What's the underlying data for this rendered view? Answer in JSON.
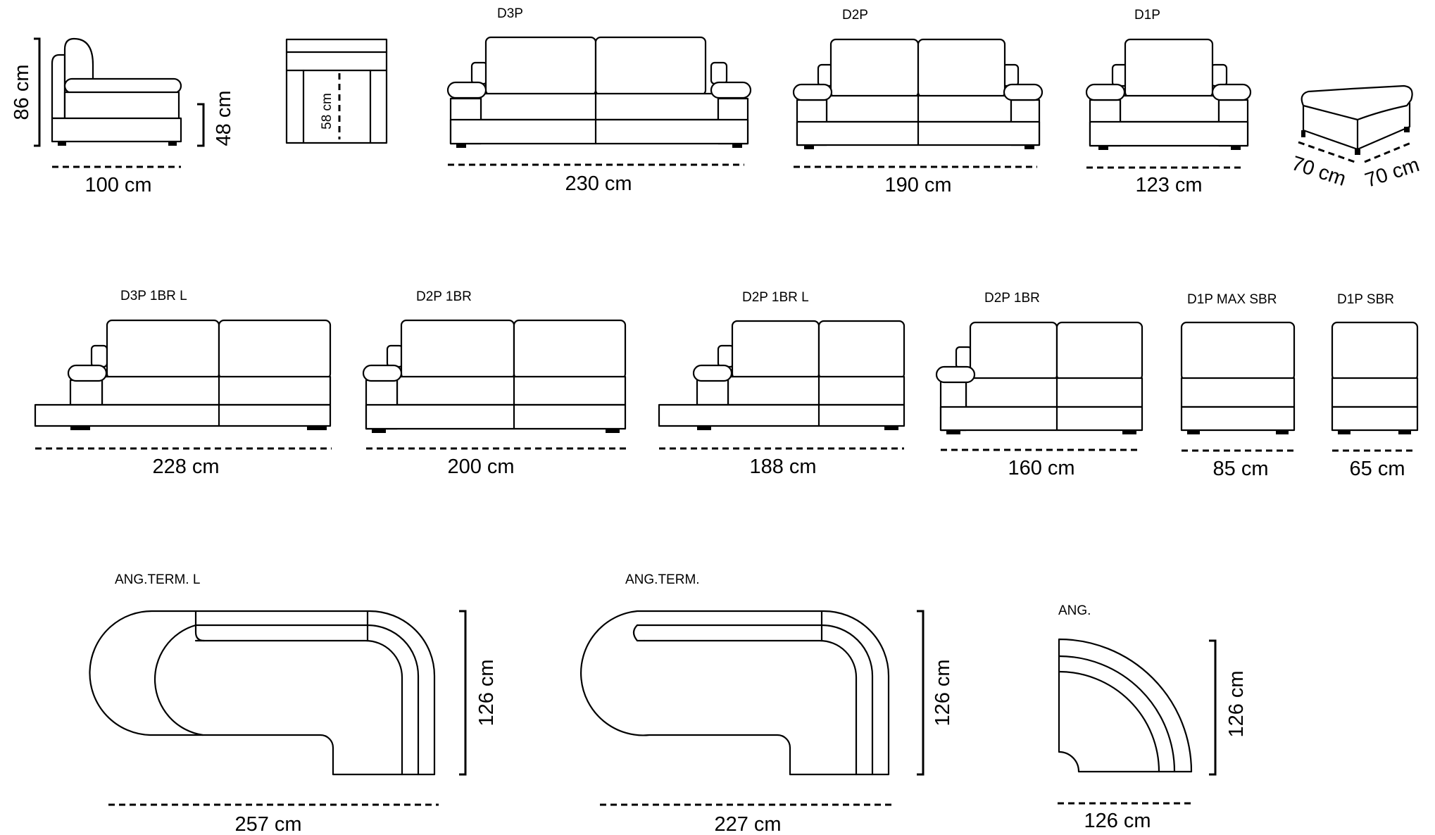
{
  "row1": {
    "side_view": {
      "height": "86 cm",
      "seat_height": "48 cm",
      "depth": "100 cm"
    },
    "front_view": {
      "seat_depth": "58 cm"
    },
    "d3p": {
      "code": "D3P",
      "width": "230 cm"
    },
    "d2p": {
      "code": "D2P",
      "width": "190 cm"
    },
    "d1p": {
      "code": "D1P",
      "width": "123 cm"
    },
    "pouf": {
      "width": "70 cm",
      "depth": "70 cm"
    }
  },
  "row2": {
    "d3p_1br_l": {
      "code": "D3P 1BR L",
      "width": "228 cm"
    },
    "d2p_1br_a": {
      "code": "D2P 1BR",
      "width": "200 cm"
    },
    "d2p_1br_l": {
      "code": "D2P 1BR L",
      "width": "188 cm"
    },
    "d2p_1br_b": {
      "code": "D2P 1BR",
      "width": "160 cm"
    },
    "d1p_max_sbr": {
      "code": "D1P MAX SBR",
      "width": "85 cm"
    },
    "d1p_sbr": {
      "code": "D1P SBR",
      "width": "65 cm"
    }
  },
  "row3": {
    "ang_term_l": {
      "code": "ANG.TERM. L",
      "width": "257 cm",
      "depth": "126 cm"
    },
    "ang_term": {
      "code": "ANG.TERM.",
      "width": "227 cm",
      "depth": "126 cm"
    },
    "ang": {
      "code": "ANG.",
      "width": "126 cm",
      "depth": "126 cm"
    }
  }
}
